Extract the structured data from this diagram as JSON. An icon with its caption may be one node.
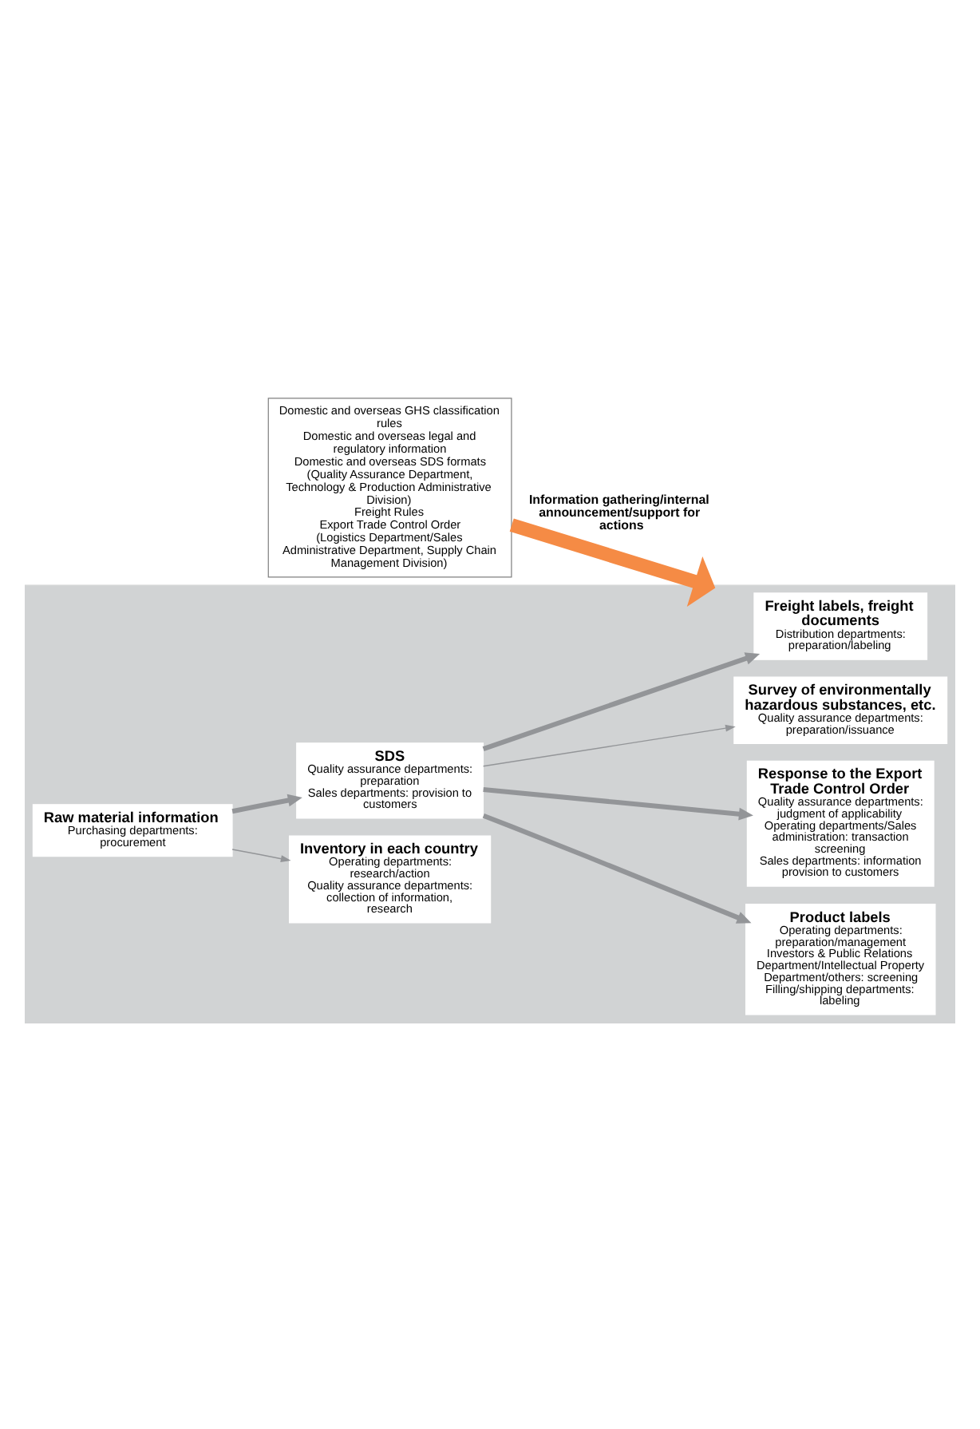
{
  "diagram": {
    "nodes": [
      {
        "text": [],
        "shape": "box"
      },
      {
        "text": [
          "Inventory in each country",
          "Operating departments: research/action",
          "Quality assurance departments: collection of information, research"
        ],
        "in": 0
      },
      {
        "text": [
          "Product labels",
          "Operating departments: preparation/management",
          "Investors & Public Relations Department/Intellectual Property Department/others: screening",
          "Filling/shipping departments: labeling"
        ],
        "in": 0
      },
      {
        "text": [
          "SDS",
          "Quality assurance departments: preparation",
          "Sales departments: provision to customers"
        ],
        "in": 0
      },
      {
        "text": [
          "Freight labels, freight documents",
          "Distribution departments: preparation/labeling"
        ],
        "in": 0
      },
      {
        "text": [
          "Response to the Export Trade Control Order",
          "Quality assurance departments: judgment of applicability",
          "Operating departments/Sales administration: transaction screening",
          "Sales departments: information provision to customers"
        ],
        "in": 0
      },
      {
        "text": [
          "Raw material information",
          "Purchasing departments: procurement"
        ],
        "in": 0
      },
      {
        "text": [
          "Survey of environmentally hazardous substances, etc.",
          "Quality assurance departments: preparation/issuance"
        ],
        "in": 0
      },
      {
        "text": [
          "Domestic and overseas GHS classification rules",
          "Domestic and overseas legal and regulatory information",
          "Domestic and overseas SDS formats",
          "(Quality Assurance Department, Technology & Production Administrative Division)",
          "Freight Rules",
          "Export Trade Control Order",
          "(Logistics Department/Sales Administrative Department, Supply Chain Management Division)"
        ]
      }
    ],
    "edges": [
      {
        "from": 3,
        "to": 2,
        "arrow": "to"
      },
      {
        "from": 3,
        "to": 4,
        "arrow": "to"
      },
      {
        "from": 3,
        "to": 5,
        "arrow": "to"
      },
      {
        "from": 6,
        "to": 3,
        "arrow": "to"
      },
      {
        "from": 6,
        "to": 1,
        "arrow": "to"
      },
      {
        "from": 3,
        "to": 7,
        "arrow": "to"
      },
      {
        "from": 8,
        "to": 0,
        "arrow": "to",
        "style": "thick",
        "color": "#f58b45",
        "label": "Information gathering/internal announcement/support for actions"
      }
    ]
  }
}
